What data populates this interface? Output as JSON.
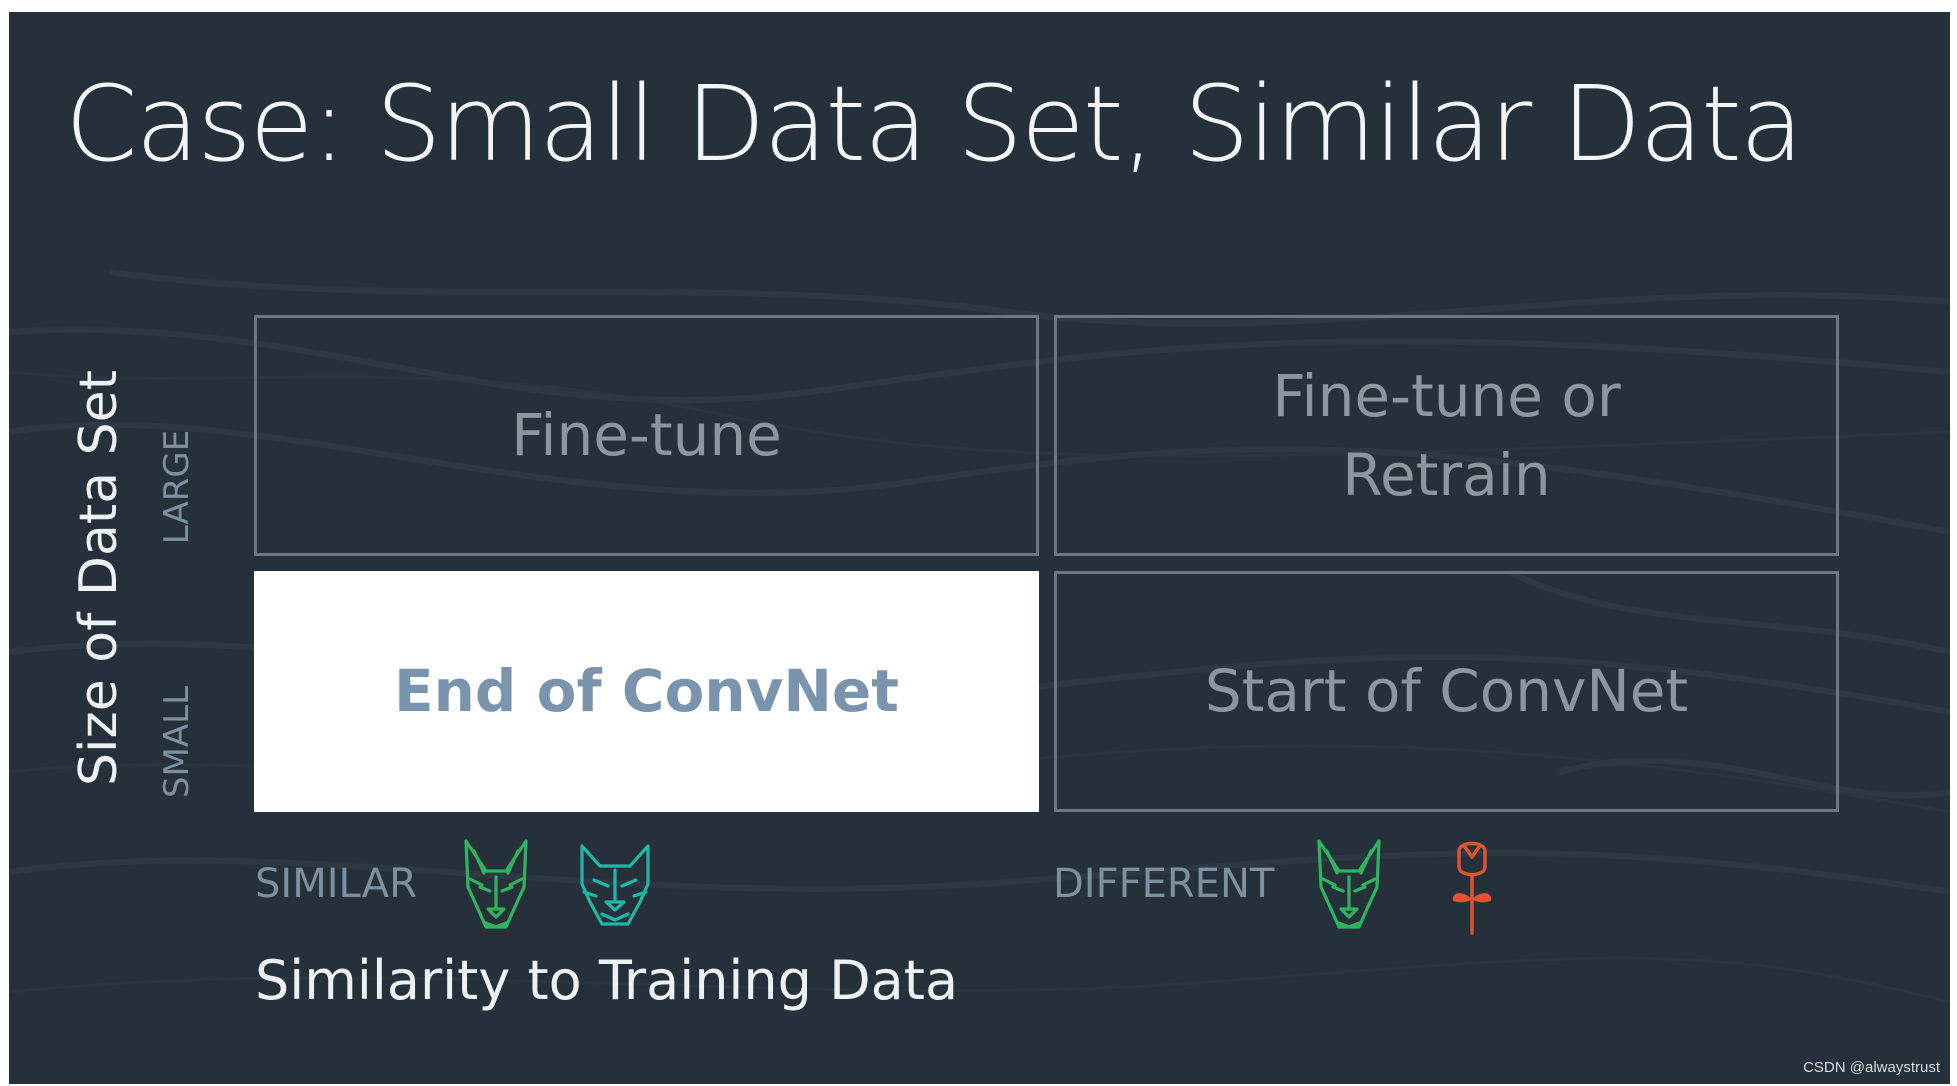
{
  "slide": {
    "title": "Case: Small Data Set, Similar Data",
    "y_axis_label": "Size of Data Set",
    "x_axis_label": "Similarity to Training Data",
    "row_labels": {
      "large": "LARGE",
      "small": "SMALL"
    },
    "col_labels": {
      "similar": "SIMILAR",
      "different": "DIFFERENT"
    },
    "cells": {
      "large_similar": [
        "Fine-tune"
      ],
      "large_different": [
        "Fine-tune or",
        "Retrain"
      ],
      "small_similar": [
        "End of ConvNet"
      ],
      "small_different": [
        "Start of ConvNet"
      ]
    },
    "highlighted_cell": "small_similar",
    "icons": {
      "similar": [
        "dog-icon",
        "wolf-icon"
      ],
      "different": [
        "dog-icon",
        "rose-icon"
      ]
    }
  },
  "colors": {
    "background": "#25303a",
    "title": "#f2f4f6",
    "muted_label": "#7e8fa0",
    "cell_border": "#6c7784",
    "cell_text": "#8c969f",
    "highlight_bg": "#ffffff",
    "highlight_text": "#7b94ad",
    "icon_green": "#2fb45e",
    "icon_teal": "#1fb8a6",
    "icon_red": "#e2532f"
  },
  "watermark": "CSDN @alwaystrust"
}
